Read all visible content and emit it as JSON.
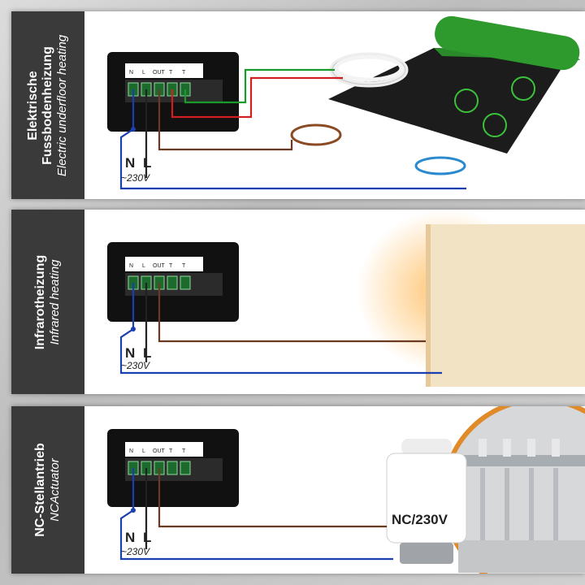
{
  "panels": [
    {
      "title_lines": [
        "Elektrische",
        "Fussbodenheizung"
      ],
      "subtitle": "Electric underfloor heating",
      "terminals": [
        "N",
        "L",
        "OUT",
        "T",
        "T"
      ],
      "neutral": "N",
      "live": "L",
      "voltage": "~230V"
    },
    {
      "title_lines": [
        "Infrarotheizung"
      ],
      "subtitle": "Infrared heating",
      "terminals": [
        "N",
        "L",
        "OUT",
        "T",
        "T"
      ],
      "neutral": "N",
      "live": "L",
      "voltage": "~230V"
    },
    {
      "title_lines": [
        "NC-Stellantrieb"
      ],
      "subtitle": "NCActuator",
      "terminals": [
        "N",
        "L",
        "OUT",
        "T",
        "T"
      ],
      "neutral": "N",
      "live": "L",
      "voltage": "~230V",
      "actuator_label": "NC/230V"
    }
  ],
  "colors": {
    "neutral_wire": "#1a3fb0",
    "live_wire": "#222222",
    "output_wire": "#6a3a22",
    "sensor_red": "#d22020",
    "sensor_green": "#1a9a2a",
    "side_band": "#3a3a3a"
  }
}
